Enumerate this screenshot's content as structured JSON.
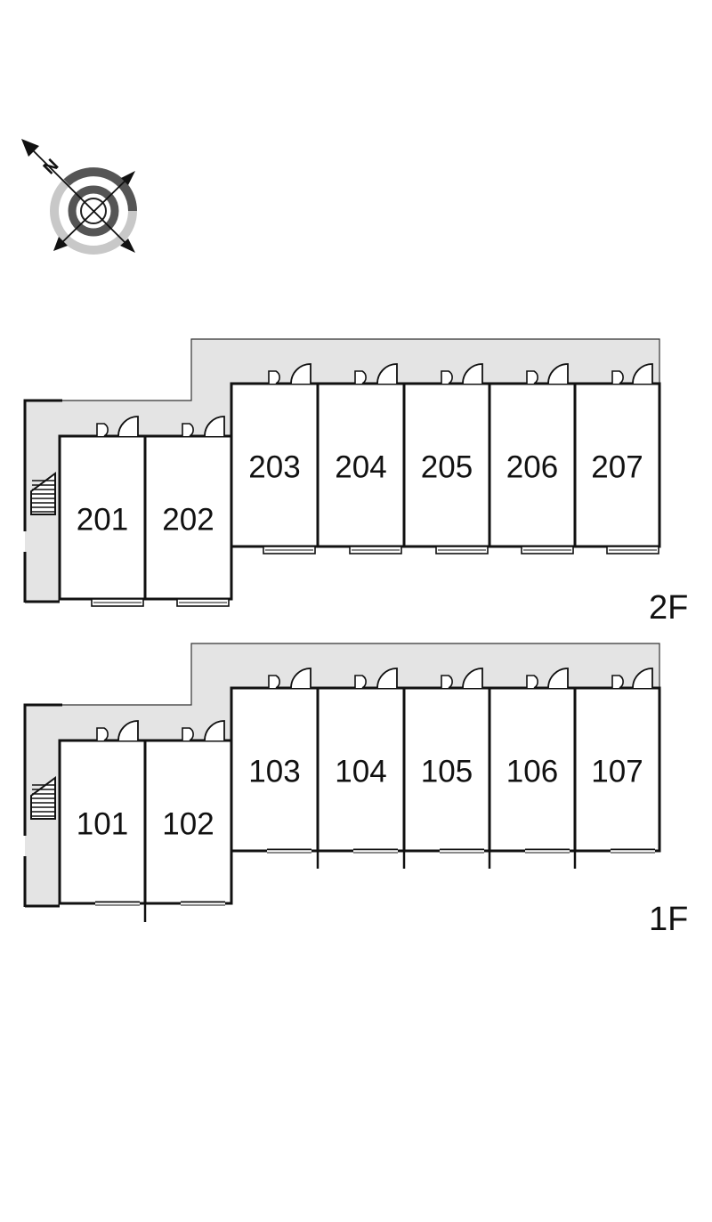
{
  "compass": {
    "north_letter": "N",
    "icon": "north-arrow-icon"
  },
  "floors": [
    {
      "id": "floor-2",
      "label": "2F",
      "units": [
        "201",
        "202",
        "203",
        "204",
        "205",
        "206",
        "207"
      ]
    },
    {
      "id": "floor-1",
      "label": "1F",
      "units": [
        "101",
        "102",
        "103",
        "104",
        "105",
        "106",
        "107"
      ]
    }
  ],
  "colors": {
    "walkway": "#e4e4e4",
    "outline": "#111111",
    "compass_dark": "#555555",
    "compass_light": "#c8c8c8"
  }
}
